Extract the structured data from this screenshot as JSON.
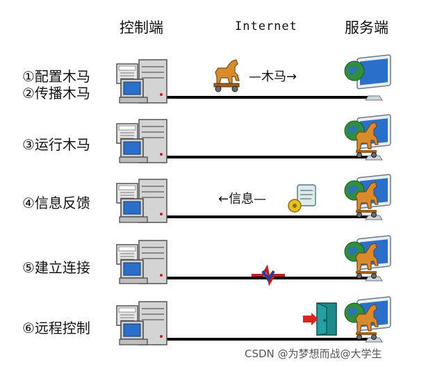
{
  "headers": {
    "control": "控制端",
    "internet": "Internet",
    "server": "服务端"
  },
  "steps": [
    {
      "lines": [
        "①配置木马",
        "②传播木马"
      ],
      "arrow": "—木马→"
    },
    {
      "lines": [
        "③运行木马"
      ],
      "arrow": ""
    },
    {
      "lines": [
        "④信息反馈"
      ],
      "arrow": "←信息—"
    },
    {
      "lines": [
        "⑤建立连接"
      ],
      "arrow": ""
    },
    {
      "lines": [
        "⑥远程控制"
      ],
      "arrow": ""
    }
  ],
  "watermark": "CSDN @为梦想而战@大学生",
  "colors": {
    "line": "#000000",
    "screen": "#2a6fc9",
    "horse": "#d98a2b",
    "globe": "#2f8f3a"
  },
  "icons": {
    "client": "desktop-computer-icon",
    "server": "server-monitor-globe-icon",
    "trojan": "trojan-horse-icon",
    "info": "info-scroll-icon",
    "connect": "connection-icon",
    "door": "door-icon"
  }
}
